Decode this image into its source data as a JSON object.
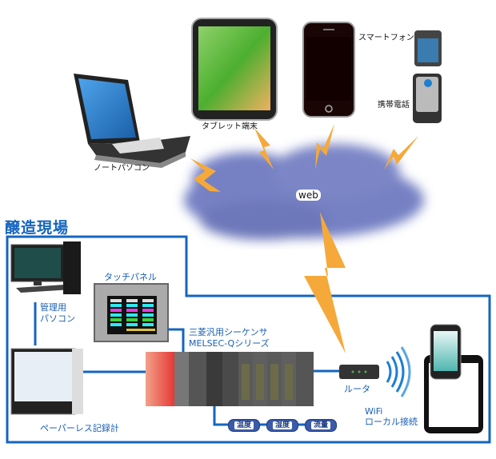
{
  "cloud": {
    "label": "web"
  },
  "devices_remote": [
    {
      "id": "laptop",
      "label": "ノートパソコン",
      "icon": "laptop-icon"
    },
    {
      "id": "tablet",
      "label": "タブレット端末",
      "icon": "tablet-icon"
    },
    {
      "id": "smartphone",
      "label": "スマートフォン",
      "icon": "smartphone-icon"
    },
    {
      "id": "feature-phone",
      "label": "携帯電話",
      "icon": "flip-phone-icon"
    }
  ],
  "site": {
    "title": "醸造現場",
    "admin_pc": {
      "label_line1": "管理用",
      "label_line2": "パソコン"
    },
    "touch_panel": {
      "label": "タッチパネル"
    },
    "recorder": {
      "label": "ペーパーレス記録計"
    },
    "plc": {
      "label_line1": "三菱汎用シーケンサ",
      "label_line2": "MELSEC-Qシリーズ"
    },
    "sensors": [
      "温度",
      "湿度",
      "流量"
    ],
    "router": {
      "label": "ルータ"
    },
    "wifi": {
      "label_line1": "WiFi",
      "label_line2": "ローカル接続"
    }
  },
  "colors": {
    "frame_blue": "#1565c0",
    "lightning": "#f5a93a",
    "cloud": "#7681c4",
    "plc_red": "#e53935"
  }
}
